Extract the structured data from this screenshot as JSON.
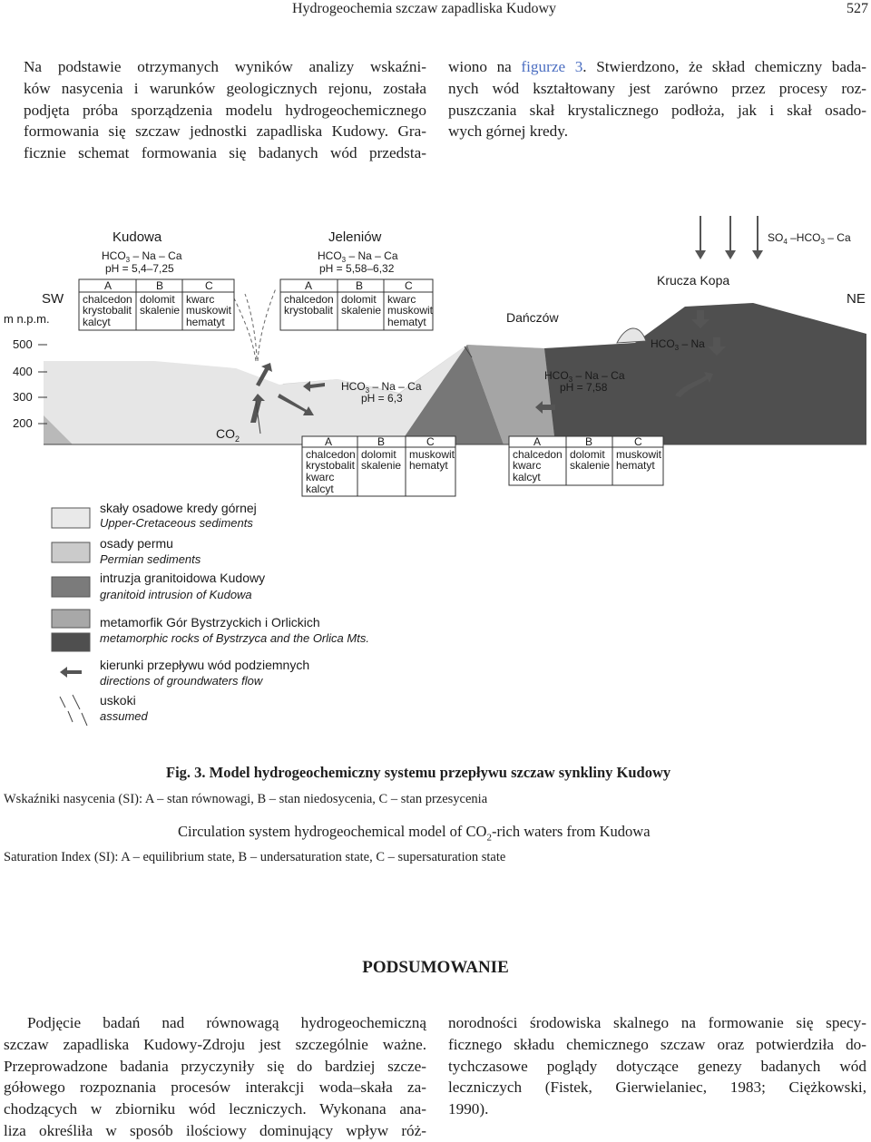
{
  "header": {
    "running_title": "Hydrogeochemia szczaw zapadliska Kudowy",
    "page_number": "527"
  },
  "intro": {
    "left_lines": [
      "Na podstawie otrzymanych wyników analizy wskaźni-",
      "ków nasycenia i warunków geologicznych rejonu, została",
      "podjęta próba sporządzenia modelu hydrogeochemicznego",
      "formowania się szczaw jednostki zapadliska Kudowy. Gra-",
      "ficznie schemat formowania się badanych wód przedsta-"
    ],
    "right_first_pre": "wiono na ",
    "right_first_link": "figurze 3",
    "right_first_post": ". Stwierdzono, że skład chemiczny bada-",
    "right_lines": [
      "nych wód kształtowany jest zarówno przez procesy roz-",
      "puszczania skał krystalicznego podłoża, jak i skał osado-",
      "wych górnej kredy."
    ]
  },
  "figure": {
    "sw": "SW",
    "ne": "NE",
    "axis_unit": "m n.p.m.",
    "ticks": [
      "500",
      "400",
      "300",
      "200"
    ],
    "places": {
      "kudowa": "Kudowa",
      "jeleniow": "Jeleniów",
      "danczow": "Dańczów",
      "krucza_kopa": "Krucza Kopa"
    },
    "co2_main": "CO",
    "co2_sub": "2",
    "water_types": {
      "kudowa": {
        "a": "HCO",
        "b": "3",
        "c": " – Na – Ca",
        "ph": "pH = 5,4–7,25"
      },
      "jeleniow": {
        "a": "HCO",
        "b": "3",
        "c": " – Na – Ca",
        "ph": "pH = 5,58–6,32"
      },
      "mid": {
        "a": "HCO",
        "b": "3",
        "c": " – Na – Ca",
        "ph": "pH = 6,3"
      },
      "right": {
        "a": "HCO",
        "b": "3",
        "c": " – Na – Ca",
        "ph": "pH = 7,58"
      },
      "krucza": {
        "a": "HCO",
        "b": "3",
        "c": " – Na"
      },
      "top": {
        "a": "SO",
        "b": "4",
        "c": " –HCO",
        "d": "3",
        "e": " – Ca"
      }
    },
    "tables": [
      {
        "headers": [
          "A",
          "B",
          "C"
        ],
        "cols": [
          [
            "chalcedon",
            "krystobalit",
            "kalcyt"
          ],
          [
            "dolomit",
            "skalenie"
          ],
          [
            "kwarc",
            "muskowit",
            "hematyt"
          ]
        ]
      },
      {
        "headers": [
          "A",
          "B",
          "C"
        ],
        "cols": [
          [
            "chalcedon",
            "krystobalit"
          ],
          [
            "dolomit",
            "skalenie"
          ],
          [
            "kwarc",
            "muskowit",
            "hematyt"
          ]
        ]
      },
      {
        "headers": [
          "A",
          "B",
          "C"
        ],
        "cols": [
          [
            "chalcedon",
            "krystobalit",
            "kwarc",
            "kalcyt"
          ],
          [
            "dolomit",
            "skalenie"
          ],
          [
            "muskowit",
            "hematyt"
          ]
        ]
      },
      {
        "headers": [
          "A",
          "B",
          "C"
        ],
        "cols": [
          [
            "chalcedon",
            "kwarc",
            "kalcyt"
          ],
          [
            "dolomit",
            "skalenie"
          ],
          [
            "muskowit",
            "hematyt"
          ]
        ]
      }
    ],
    "legend": [
      {
        "pl": "skały osadowe kredy górnej",
        "en": "Upper-Cretaceous sediments",
        "color": "#e9e9e9"
      },
      {
        "pl": "osady permu",
        "en": "Permian sediments",
        "color": "#cbcbcb"
      },
      {
        "pl": "intruzja granitoidowa Kudowy",
        "en": "granitoid intrusion of Kudowa",
        "color": "#7b7b7b"
      },
      {
        "pl": "metamorfik Gór Bystrzyckich i Orlickich",
        "en": "metamorphic rocks of Bystrzyca and the Orlica Mts.",
        "color_a": "#a8a8a8",
        "color_b": "#4f4f4f"
      },
      {
        "pl": "kierunki przepływu wód podziemnych",
        "en": "directions of groundwaters flow"
      },
      {
        "pl": "uskoki",
        "en": "assumed"
      }
    ]
  },
  "caption": {
    "fig_title": "Fig. 3. Model hydrogeochemiczny systemu przepływu szczaw synkliny Kudowy",
    "si_pl": "Wskaźniki nasycenia (SI): A – stan równowagi, B – stan niedosycenia, C – stan przesycenia",
    "en_pre": "Circulation system hydrogeochemical model of CO",
    "en_sub": "2",
    "en_post": "-rich waters from Kudowa",
    "si_en": "Saturation Index (SI): A – equilibrium state, B – undersaturation state, C – supersaturation state"
  },
  "summary": {
    "heading": "PODSUMOWANIE",
    "left_lines": [
      "Podjęcie badań nad równowagą hydrogeochemiczną",
      "szczaw zapadliska Kudowy-Zdroju jest szczególnie ważne.",
      "Przeprowadzone badania przyczyniły się do bardziej szcze-",
      "gółowego rozpoznania procesów interakcji woda–skała za-",
      "chodzących w zbiorniku wód leczniczych. Wykonana ana-",
      "liza określiła w sposób ilościowy dominujący wpływ róż-"
    ],
    "right_lines": [
      "norodności środowiska skalnego na formowanie się specy-",
      "ficznego składu chemicznego szczaw oraz potwierdziła do-",
      "tychczasowe poglądy dotyczące genezy badanych wód",
      "leczniczych (Fistek, Gierwielaniec, 1983; Ciężkowski,",
      "1990)."
    ]
  }
}
